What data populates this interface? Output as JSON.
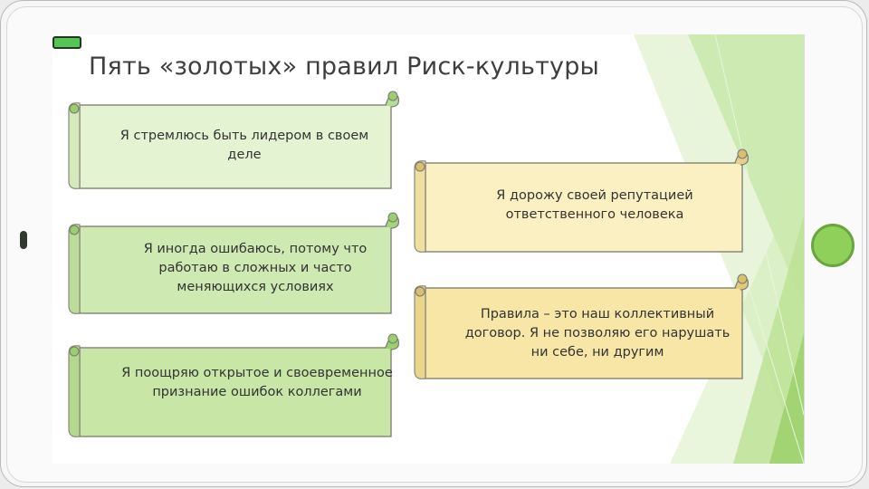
{
  "slide": {
    "title": "Пять «золотых» правил Риск-культуры",
    "rules_left": [
      "Я стремлюсь быть лидером в своем деле",
      "Я иногда ошибаюсь, потому что работаю в сложных и часто меняющихся условиях",
      "Я поощряю открытое и своевременное признание ошибок коллегами"
    ],
    "rules_right": [
      "Я дорожу своей репутацией ответственного человека",
      "Правила – это наш коллективный договор. Я не позволяю его нарушать ни себе, ни другим"
    ]
  },
  "colors": {
    "green_scroll": "#e4f4d2",
    "yellow_scroll": "#fbf0c2",
    "yellow_scroll_dark": "#f7e6a6",
    "accent_green": "#8fd05a"
  }
}
